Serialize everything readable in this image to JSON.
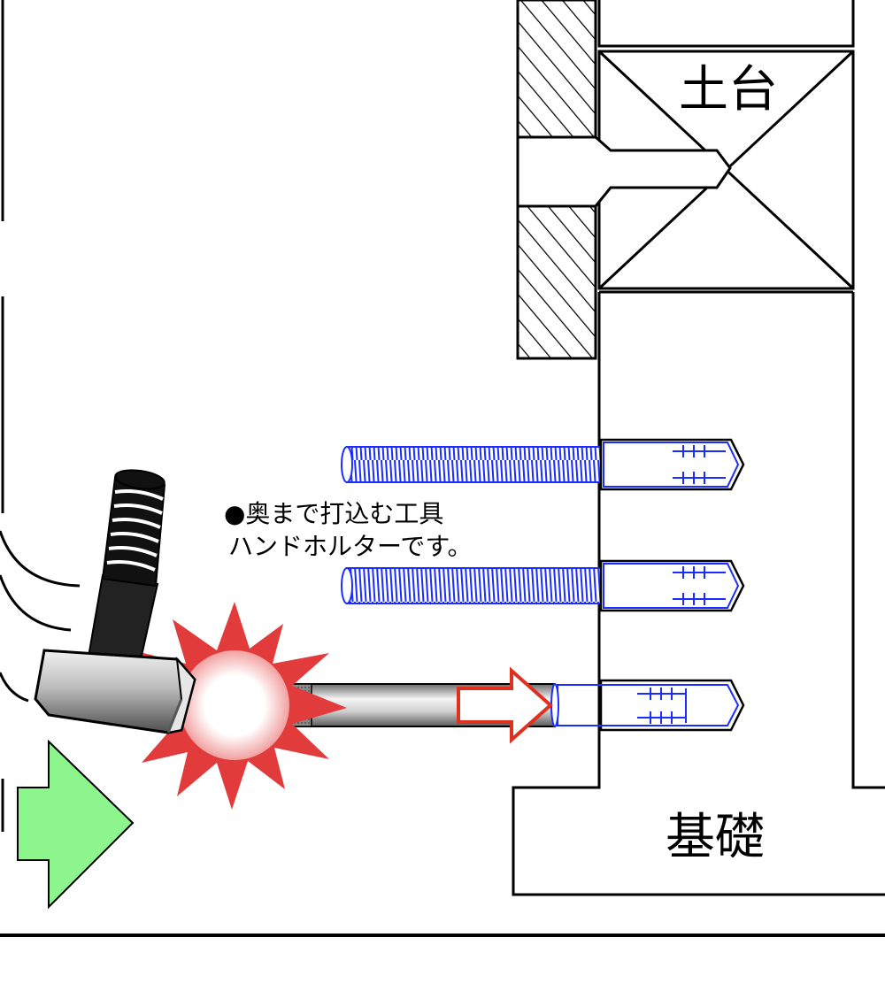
{
  "labels": {
    "sill": "土台",
    "foundation": "基礎",
    "caption_line1": "●奥まで打込む工具",
    "caption_line2": "ハンドホルターです。"
  },
  "colors": {
    "anchor_blue": "#1a2cff",
    "impact_red": "#e23b3b",
    "arrow_green": "#8cf58c",
    "arrow_red_outline": "#e03020",
    "outline": "#000000"
  },
  "icons": {
    "hammer": "hammer-icon",
    "impact": "impact-burst-icon",
    "push_arrow": "arrow-right-icon",
    "direction_arrow": "arrow-right-icon"
  }
}
